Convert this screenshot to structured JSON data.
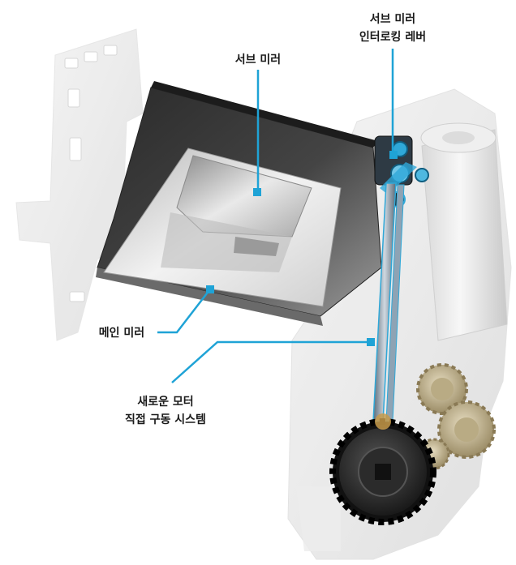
{
  "labels": {
    "sub_mirror_lever_line1": "서브 미러",
    "sub_mirror_lever_line2": "인터로킹 레버",
    "sub_mirror": "서브 미러",
    "main_mirror": "메인 미러",
    "motor_system_line1": "새로운 모터",
    "motor_system_line2": "직접 구동 시스템"
  },
  "colors": {
    "accent": "#1fa3d6",
    "label_text": "#1a1a1a"
  }
}
